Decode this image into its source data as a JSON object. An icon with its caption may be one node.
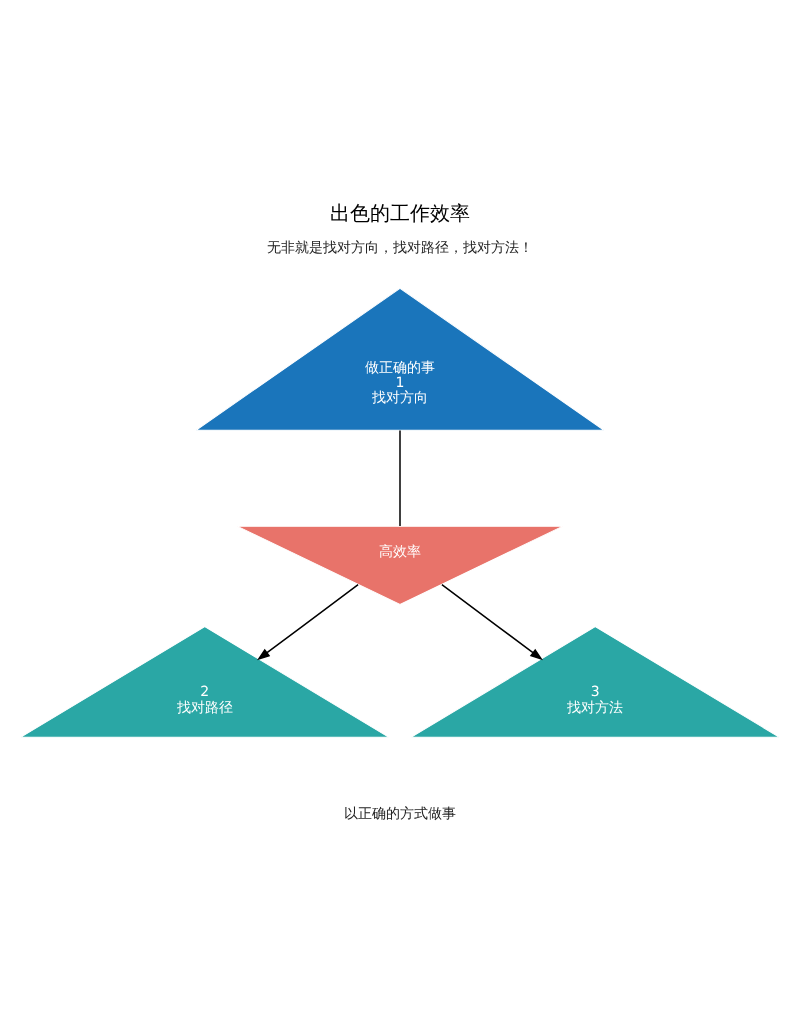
{
  "diagram": {
    "title": "出色的工作效率",
    "nodes": [
      {
        "text": [
          "做正确的事",
          "1",
          "找对方向"
        ]
      },
      {
        "text": [
          "高效率"
        ]
      },
      {
        "text": [
          "2",
          "找对路径"
        ]
      },
      {
        "text": [
          "3",
          "找对方法"
        ]
      }
    ],
    "edges": [
      {
        "from": 0,
        "to": 1,
        "arrow": "none"
      },
      {
        "from": 1,
        "to": 2,
        "arrow": "to"
      },
      {
        "from": 1,
        "to": 3,
        "arrow": "to"
      }
    ],
    "labels": [
      "无非就是找对方向，找对路径，找对方法！",
      "以正确的方式做事"
    ]
  }
}
